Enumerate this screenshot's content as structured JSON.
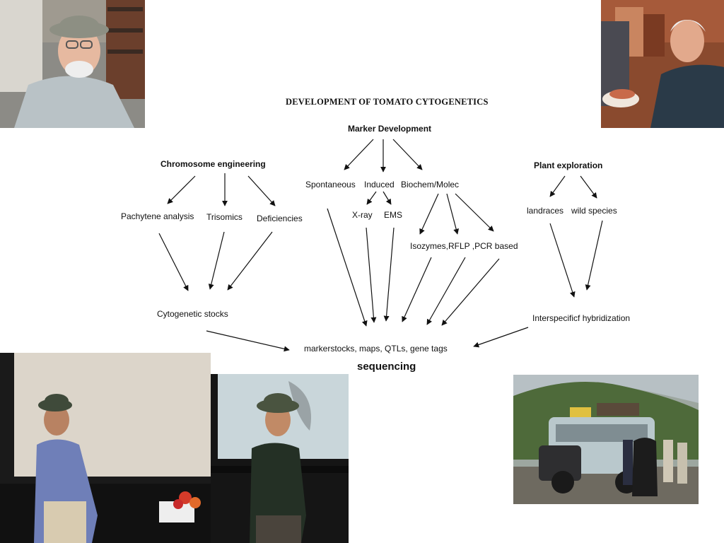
{
  "title": "DEVELOPMENT OF TOMATO CYTOGENETICS",
  "diagram": {
    "marker_development": "Marker Development",
    "chromosome_engineering": "Chromosome engineering",
    "plant_exploration": "Plant exploration",
    "spontaneous": "Spontaneous",
    "induced": "Induced",
    "biochem_molec": "Biochem/Molec",
    "pachytene_analysis": "Pachytene analysis",
    "trisomics": "Trisomics",
    "deficiencies": "Deficiencies",
    "xray": "X-ray",
    "ems": "EMS",
    "isozymes_rflp_pcr": "Isozymes,RFLP ,PCR based",
    "landraces": "landraces",
    "wild_species": "wild species",
    "cytogenetic_stocks": "Cytogenetic stocks",
    "interspecific_hybridization": "Interspecificf hybridization",
    "outputs": "markerstocks, maps, QTLs, gene tags",
    "sequencing": "sequencing"
  },
  "colors": {
    "text": "#111111",
    "arrow": "#111111",
    "background": "#ffffff"
  },
  "photos": [
    {
      "name": "photo-man-hat-glasses",
      "icon": "portrait-photo"
    },
    {
      "name": "photo-man-smiling-dining",
      "icon": "portrait-photo"
    },
    {
      "name": "photo-man-lecture-blue-shirt",
      "icon": "lecture-photo"
    },
    {
      "name": "photo-man-lecture-green-shirt",
      "icon": "lecture-photo"
    },
    {
      "name": "photo-vintage-bus",
      "icon": "bus-photo"
    }
  ]
}
